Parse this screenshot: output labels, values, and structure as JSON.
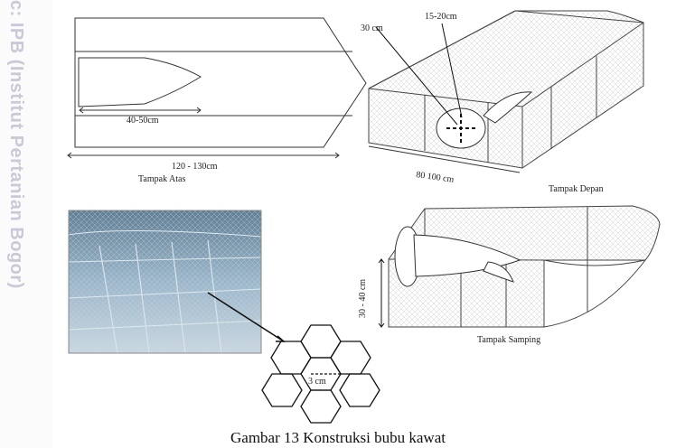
{
  "watermark": "c: IPB (Institut Pertanian Bogor)",
  "labels": {
    "top_length_inner": "40-50cm",
    "top_length_total": "120 - 130cm",
    "top_view": "Tampak Atas",
    "mouth_diameter": "30 cm",
    "funnel_opening": "15-20cm",
    "front_width": "80 100 cm",
    "front_view": "Tampak Depan",
    "height": "30 - 40 cm",
    "side_view": "Tampak Samping",
    "mesh_size": "3 cm"
  },
  "caption": "Gambar 13 Konstruksi bubu kawat",
  "colors": {
    "line": "#333333",
    "watermark": "#c9c9d8"
  }
}
